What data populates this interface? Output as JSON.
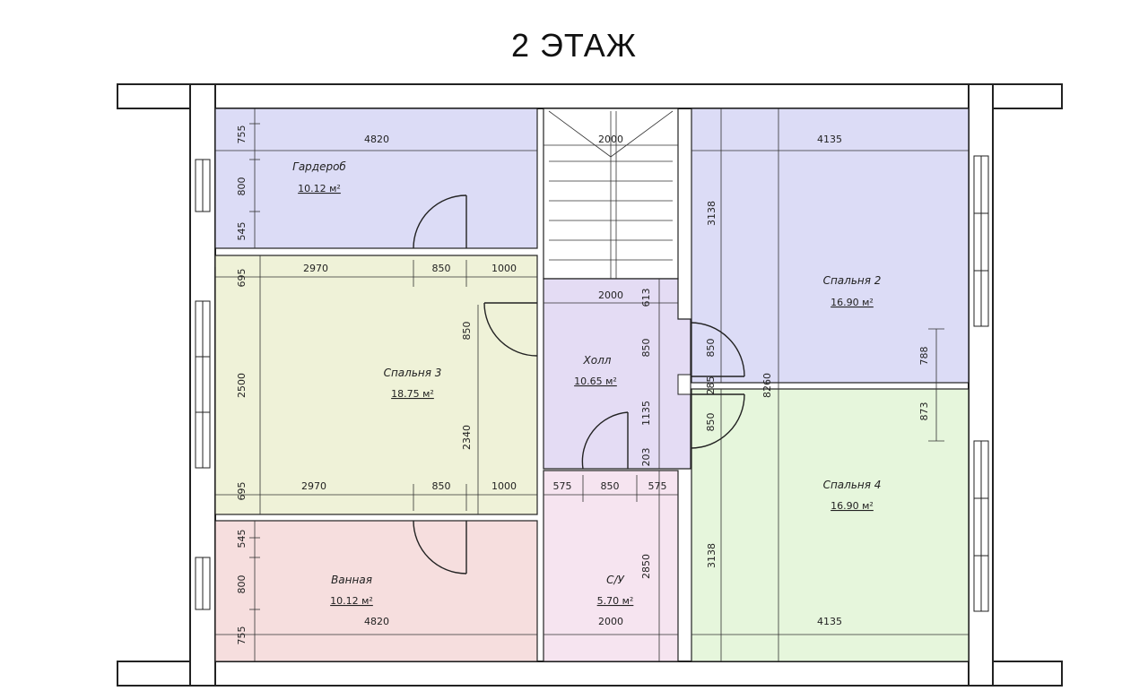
{
  "title": "2 ЭТАЖ",
  "colors": {
    "wardrobe": "#dcdcf6",
    "bedroom3": "#eff2d8",
    "bathroom": "#f6dede",
    "hall": "#e4dcf4",
    "wc": "#f6e4f0",
    "bedroom2": "#dcdcf6",
    "bedroom4": "#e6f6dc"
  },
  "rooms": {
    "wardrobe": {
      "name": "Гардероб",
      "area": "10.12 м²"
    },
    "bedroom3": {
      "name": "Спальня 3",
      "area": "18.75 м²"
    },
    "bathroom": {
      "name": "Ванная",
      "area": "10.12 м²"
    },
    "hall": {
      "name": "Холл",
      "area": "10.65 м²"
    },
    "wc": {
      "name": "С/У",
      "area": "5.70 м²"
    },
    "bedroom2": {
      "name": "Спальня 2",
      "area": "16.90 м²"
    },
    "bedroom4": {
      "name": "Спальня 4",
      "area": "16.90 м²"
    }
  },
  "dims": {
    "d4820_top": "4820",
    "d2000_stair": "2000",
    "d4135_top": "4135",
    "d755_top": "755",
    "d800_top": "800",
    "d545_top": "545",
    "d3138_top": "3138",
    "d2970_a": "2970",
    "d850_a": "850",
    "d1000_a": "1000",
    "d695_a": "695",
    "d850_door3": "850",
    "d2500": "2500",
    "d2340": "2340",
    "d2000_hall": "2000",
    "d613": "613",
    "d850_hall": "850",
    "d1135": "1135",
    "d203": "203",
    "d850_b2": "850",
    "d285": "285",
    "d850_b4": "850",
    "d8260": "8260",
    "d788": "788",
    "d873": "873",
    "d2970_b": "2970",
    "d850_b": "850",
    "d1000_b": "1000",
    "d695_b": "695",
    "d575_a": "575",
    "d850_wc": "850",
    "d575_b": "575",
    "d545_bot": "545",
    "d800_bot": "800",
    "d755_bot": "755",
    "d4820_bot": "4820",
    "d2850": "2850",
    "d2000_wc": "2000",
    "d3138_bot": "3138",
    "d4135_bot": "4135"
  }
}
